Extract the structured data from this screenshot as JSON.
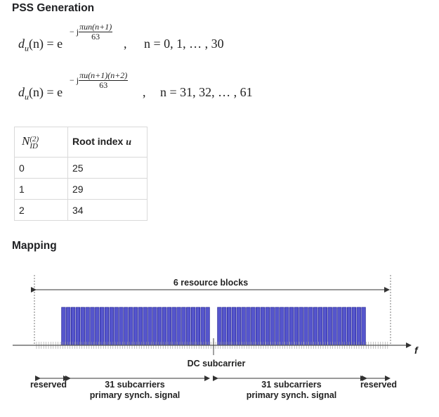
{
  "sections": {
    "pss_title": "PSS Generation",
    "mapping_title": "Mapping"
  },
  "equations": [
    {
      "lhs": "d",
      "lhs_sub": "u",
      "lhs_arg": "(n) = e",
      "exp_sign": "− j",
      "exp_num": "πun(n+1)",
      "exp_den": "63",
      "comma": ",",
      "condition": "n = 0, 1, … , 30"
    },
    {
      "lhs": "d",
      "lhs_sub": "u",
      "lhs_arg": "(n) = e",
      "exp_sign": "− j",
      "exp_num": "πu(n+1)(n+2)",
      "exp_den": "63",
      "comma": ",",
      "condition": "n = 31, 32, … , 61"
    }
  ],
  "table": {
    "header_col1_base": "N",
    "header_col1_sup": "(2)",
    "header_col1_sub": "ID",
    "header_col2_text": "Root index ",
    "header_col2_var": "u",
    "rows": [
      {
        "nid": "0",
        "root": "25"
      },
      {
        "nid": "1",
        "root": "29"
      },
      {
        "nid": "2",
        "root": "34"
      }
    ]
  },
  "diagram": {
    "span_label": "6 resource blocks",
    "dc_label": "DC subcarrier",
    "freq_label": "f",
    "reserved_left": "reserved",
    "reserved_right": "reserved",
    "group_left_line1": "31 subcarriers",
    "group_left_line2": "primary synch. signal",
    "group_right_line1": "31 subcarriers",
    "group_right_line2": "primary synch. signal",
    "subcarriers_per_group": 31,
    "colors": {
      "carrier_fill": "#5555cc",
      "carrier_stroke": "#1a1a8c",
      "axis": "#555555"
    }
  }
}
